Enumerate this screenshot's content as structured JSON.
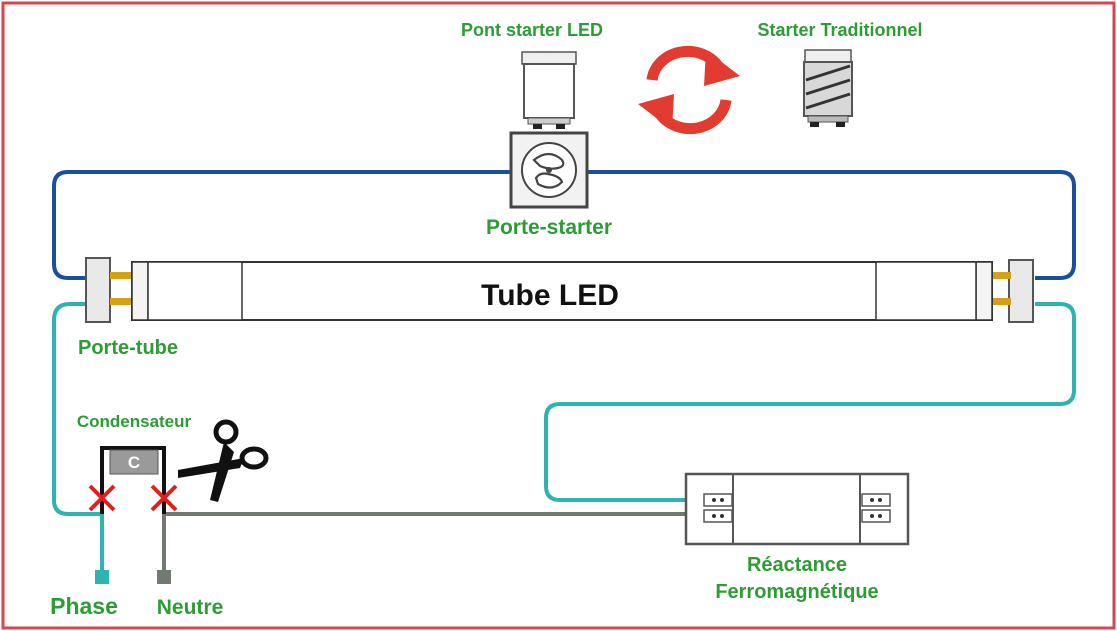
{
  "labels": {
    "pont_starter": "Pont starter LED",
    "starter_traditionnel": "Starter Traditionnel",
    "porte_starter": "Porte-starter",
    "tube": "Tube LED",
    "porte_tube": "Porte-tube",
    "condensateur": "Condensateur",
    "condensateur_symbol": "C",
    "phase": "Phase",
    "neutre": "Neutre",
    "reactance_line1": "Réactance",
    "reactance_line2": "Ferromagnétique"
  },
  "colors": {
    "frame": "#d9454f",
    "label_green": "#2d9c35",
    "wire_blue": "#1a4fa0",
    "wire_teal": "#2fb3b0",
    "wire_grey": "#707a70",
    "cut_mark": "#e02020",
    "swap_arrows": "#e23b2f",
    "pin_gold": "#d4a017"
  },
  "icons": {
    "swap": "swap-arrows-icon",
    "scissors": "scissors-icon",
    "cut": "cross-mark-icon"
  }
}
